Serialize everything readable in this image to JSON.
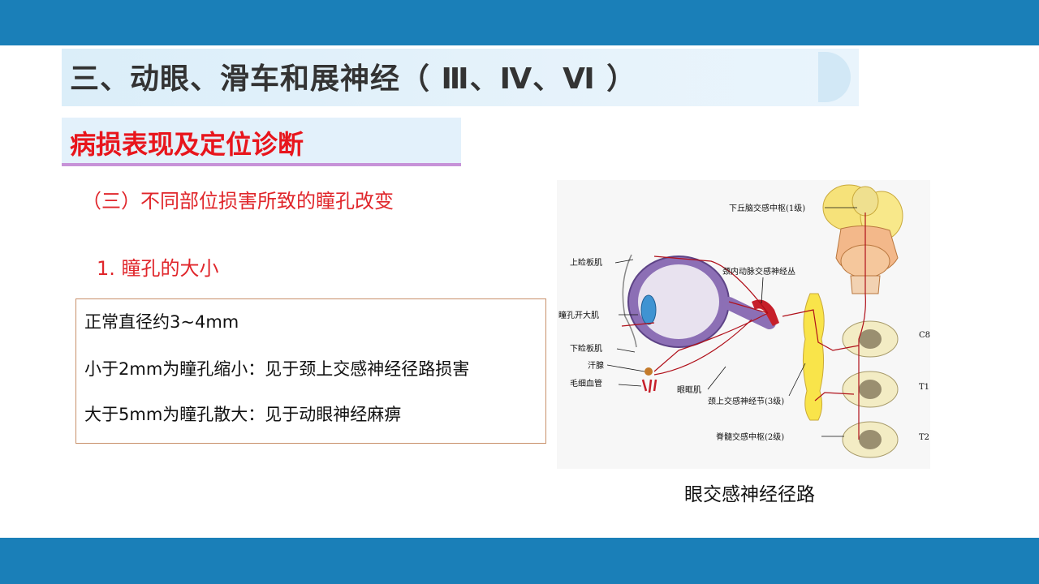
{
  "slide": {
    "title": "三、动眼、滑车和展神经（ Ⅲ、Ⅳ、Ⅵ ）",
    "subtitle": "病损表现及定位诊断",
    "section_heading": "（三）不同部位损害所致的瞳孔改变",
    "subsection_heading": "1. 瞳孔的大小",
    "info_lines": [
      "正常直径约3~4mm",
      "小于2mm为瞳孔缩小：见于颈上交感神经径路损害",
      "大于5mm为瞳孔散大：见于动眼神经麻痹"
    ]
  },
  "diagram": {
    "labels": {
      "hypothalamus": "下丘脑交感中枢(1级)",
      "upper_eyelid": "上睑板肌",
      "carotid_plexus": "颈内动脉交感神经丛",
      "dilator": "瞳孔开大肌",
      "lower_eyelid": "下睑板肌",
      "sweat_gland": "汗腺",
      "capillary": "毛细血管",
      "orbital_muscle": "眼眶肌",
      "superior_cervical_ganglion": "颈上交感神经节(3级)",
      "spinal_center": "脊髓交感中枢(2级)",
      "c8": "C8",
      "t1": "T1",
      "t2": "T2"
    },
    "caption": "眼交感神经径路"
  },
  "colors": {
    "bar": "#1a7fb8",
    "title_band": "#dbeef9",
    "subtitle_text": "#e8151c",
    "subtitle_underline": "#c792d8",
    "heading_red": "#e0262b",
    "box_border": "#c8906a",
    "pathway_red": "#b0101a"
  }
}
